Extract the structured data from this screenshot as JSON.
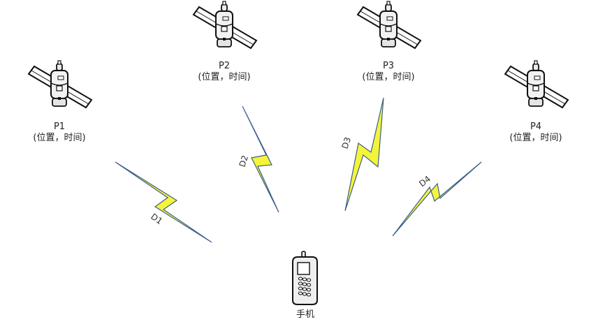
{
  "satellites": [
    {
      "id": "p1",
      "name": "P1",
      "info": "(位置，时间)"
    },
    {
      "id": "p2",
      "name": "P2",
      "info": "(位置，时间)"
    },
    {
      "id": "p3",
      "name": "P3",
      "info": "(位置，时间)"
    },
    {
      "id": "p4",
      "name": "P4",
      "info": "(位置，时间)"
    }
  ],
  "signals": [
    {
      "id": "d1",
      "label": "D1"
    },
    {
      "id": "d2",
      "label": "D2"
    },
    {
      "id": "d3",
      "label": "D3"
    },
    {
      "id": "d4",
      "label": "D4"
    }
  ],
  "phone": {
    "label": "手机"
  },
  "colors": {
    "bolt_fill": "#f4f43a",
    "bolt_edge": "#3b5f8a",
    "stroke": "#111111"
  }
}
